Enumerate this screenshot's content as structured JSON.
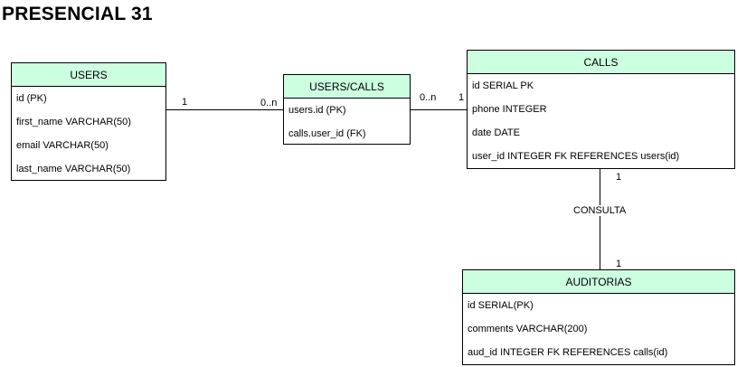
{
  "title": "PRESENCIAL 31",
  "entities": {
    "users": {
      "name": "USERS",
      "fields": [
        "id (PK)",
        "first_name VARCHAR(50)",
        "email VARCHAR(50)",
        "last_name VARCHAR(50)"
      ],
      "header_color": "#ccffe0"
    },
    "users_calls": {
      "name": "USERS/CALLS",
      "fields": [
        "users.id (PK)",
        "calls.user_id (FK)"
      ],
      "header_color": "#ccffe0"
    },
    "calls": {
      "name": "CALLS",
      "fields": [
        "id SERIAL PK",
        "phone INTEGER",
        "date DATE",
        "user_id INTEGER FK REFERENCES users(id)"
      ],
      "header_color": "#ccffe0"
    },
    "auditorias": {
      "name": "AUDITORIAS",
      "fields": [
        "id SERIAL(PK)",
        "comments VARCHAR(200)",
        "aud_id INTEGER FK REFERENCES calls(id)"
      ],
      "header_color": "#ccffe0"
    }
  },
  "relationships": [
    {
      "from": "USERS",
      "to": "USERS/CALLS",
      "from_card": "1",
      "to_card": "0..n"
    },
    {
      "from": "USERS/CALLS",
      "to": "CALLS",
      "from_card": "0..n",
      "to_card": "1"
    },
    {
      "from": "CALLS",
      "to": "AUDITORIAS",
      "label": "CONSULTA",
      "from_card": "1",
      "to_card": "1"
    }
  ]
}
